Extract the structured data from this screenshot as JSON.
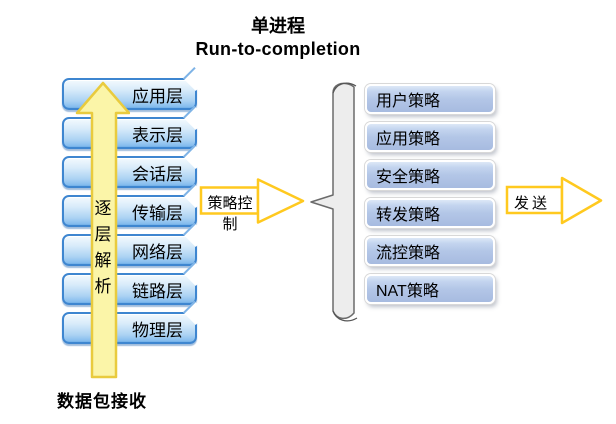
{
  "title": {
    "line1": "单进程",
    "line2": "Run-to-completion"
  },
  "osi_layers": [
    "应用层",
    "表示层",
    "会话层",
    "传输层",
    "网络层",
    "链路层",
    "物理层"
  ],
  "parse_label_chars": [
    "逐",
    "层",
    "解",
    "析"
  ],
  "labels": {
    "receive": "数据包接收",
    "policy_control": "策略控制",
    "send": "发送"
  },
  "policies": [
    "用户策略",
    "应用策略",
    "安全策略",
    "转发策略",
    "流控策略",
    "NAT策略"
  ],
  "colors": {
    "layer_box_border": "#3e86d0",
    "layer_box_fill_top": "#f3fafe",
    "layer_box_fill_bottom": "#6fade6",
    "up_arrow_fill": "#fbf5a8",
    "up_arrow_stroke": "#e9cb3e",
    "block_arrow_stroke": "#ffc91f",
    "block_arrow_fill": "#ffffff",
    "policy_box_fill": "#b3c6e7",
    "policy_box_border": "#ffffff",
    "bracket_fill": "#ededed",
    "bracket_stroke": "#6b6b6b",
    "text": "#000000",
    "background": "#ffffff"
  }
}
